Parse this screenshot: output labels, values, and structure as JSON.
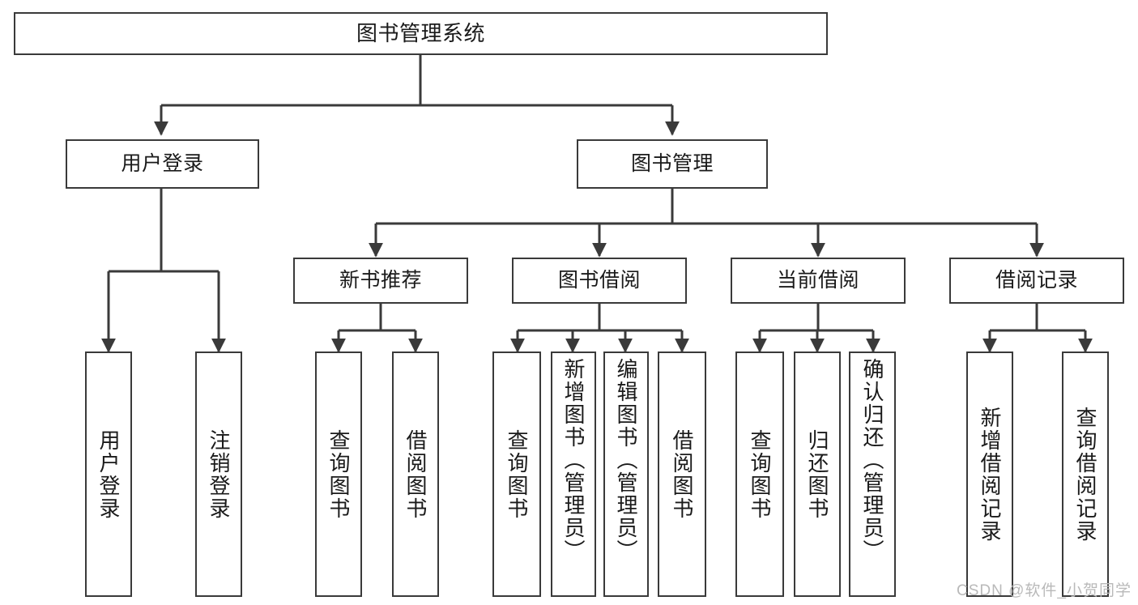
{
  "diagram": {
    "title": "图书管理系统",
    "type": "hierarchy-tree",
    "levels": 4,
    "nodes": {
      "root": {
        "label": "图书管理系统"
      },
      "level1": [
        {
          "label": "用户登录"
        },
        {
          "label": "图书管理"
        }
      ],
      "level2": [
        {
          "label": "新书推荐"
        },
        {
          "label": "图书借阅"
        },
        {
          "label": "当前借阅"
        },
        {
          "label": "借阅记录"
        }
      ],
      "leaves": {
        "user_login": [
          {
            "label": "用户登录"
          },
          {
            "label": "注销登录"
          }
        ],
        "new_book_recommend": [
          {
            "label": "查询图书"
          },
          {
            "label": "借阅图书"
          }
        ],
        "book_borrow": [
          {
            "label": "查询图书"
          },
          {
            "label": "新增图书（管理员）"
          },
          {
            "label": "编辑图书（管理员）"
          },
          {
            "label": "借阅图书"
          }
        ],
        "current_borrow": [
          {
            "label": "查询图书"
          },
          {
            "label": "归还图书"
          },
          {
            "label": "确认归还（管理员）"
          }
        ],
        "borrow_record": [
          {
            "label": "新增借阅记录"
          },
          {
            "label": "查询借阅记录"
          }
        ]
      }
    },
    "watermark": "CSDN @软件_小贺同学",
    "colors": {
      "stroke": "#3a3a3a",
      "fill": "#ffffff",
      "text": "#1a1a1a",
      "watermark": "#b9b9b9"
    }
  }
}
